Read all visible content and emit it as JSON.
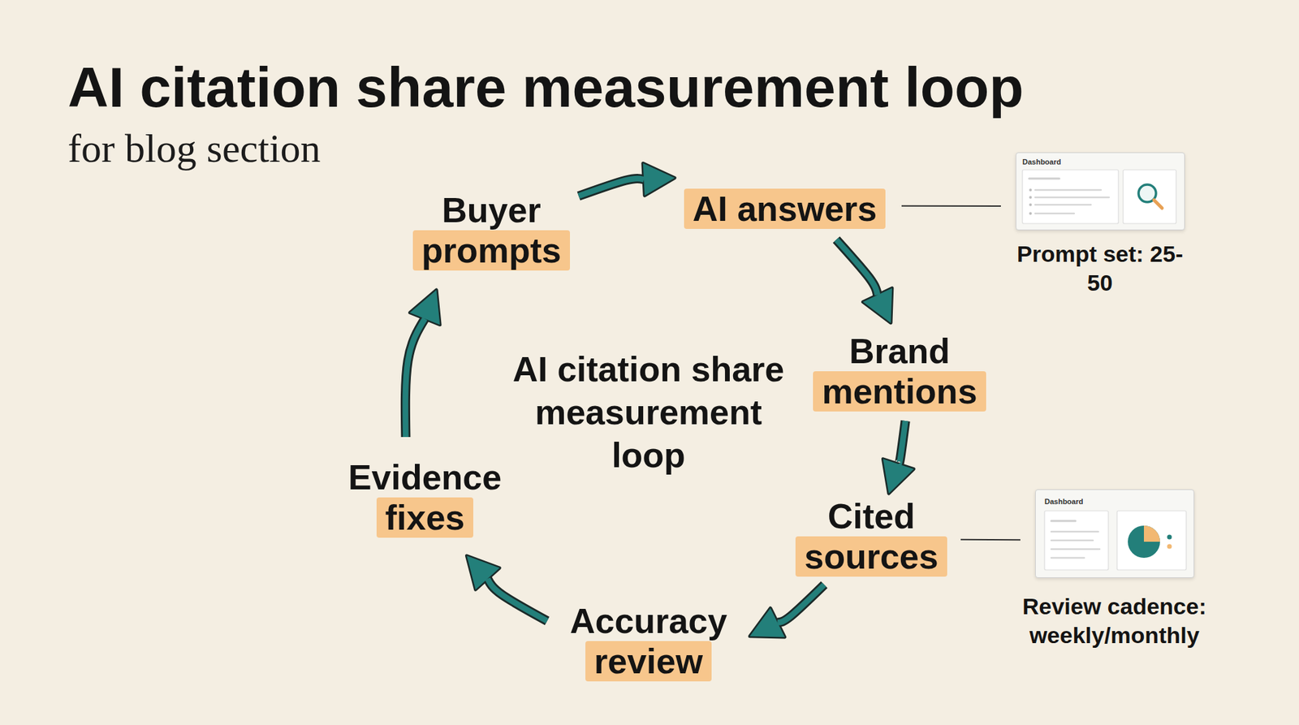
{
  "diagram": {
    "title": "AI citation share measurement loop",
    "caption": "for blog section",
    "nodes": [
      {
        "text": [
          "Buyer",
          "prompts"
        ]
      },
      {
        "text": [
          "AI answers"
        ]
      },
      {
        "text": [
          "Dashboard",
          "Prompt set: 25-50"
        ]
      },
      {
        "text": [
          "Brand",
          "mentions"
        ]
      },
      {
        "text": [
          "Cited",
          "sources"
        ]
      },
      {
        "text": [
          "Dashboard",
          "Review cadence: weekly/monthly"
        ]
      },
      {
        "text": [
          "Accuracy",
          "review"
        ]
      },
      {
        "text": [
          "Evidence",
          "fixes"
        ]
      }
    ],
    "edges": [
      {
        "from": 0,
        "to": 1,
        "arrow": "to"
      },
      {
        "from": 1,
        "to": 3,
        "arrow": "to"
      },
      {
        "from": 3,
        "to": 4,
        "arrow": "to"
      },
      {
        "from": 4,
        "to": 6,
        "arrow": "to"
      },
      {
        "from": 6,
        "to": 7,
        "arrow": "to"
      },
      {
        "from": 7,
        "to": 0,
        "arrow": "to"
      },
      {
        "from": 1,
        "to": 2,
        "arrow": "none"
      },
      {
        "from": 4,
        "to": 5,
        "arrow": "none"
      }
    ],
    "labels": [
      "AI citation share measurement loop"
    ]
  }
}
